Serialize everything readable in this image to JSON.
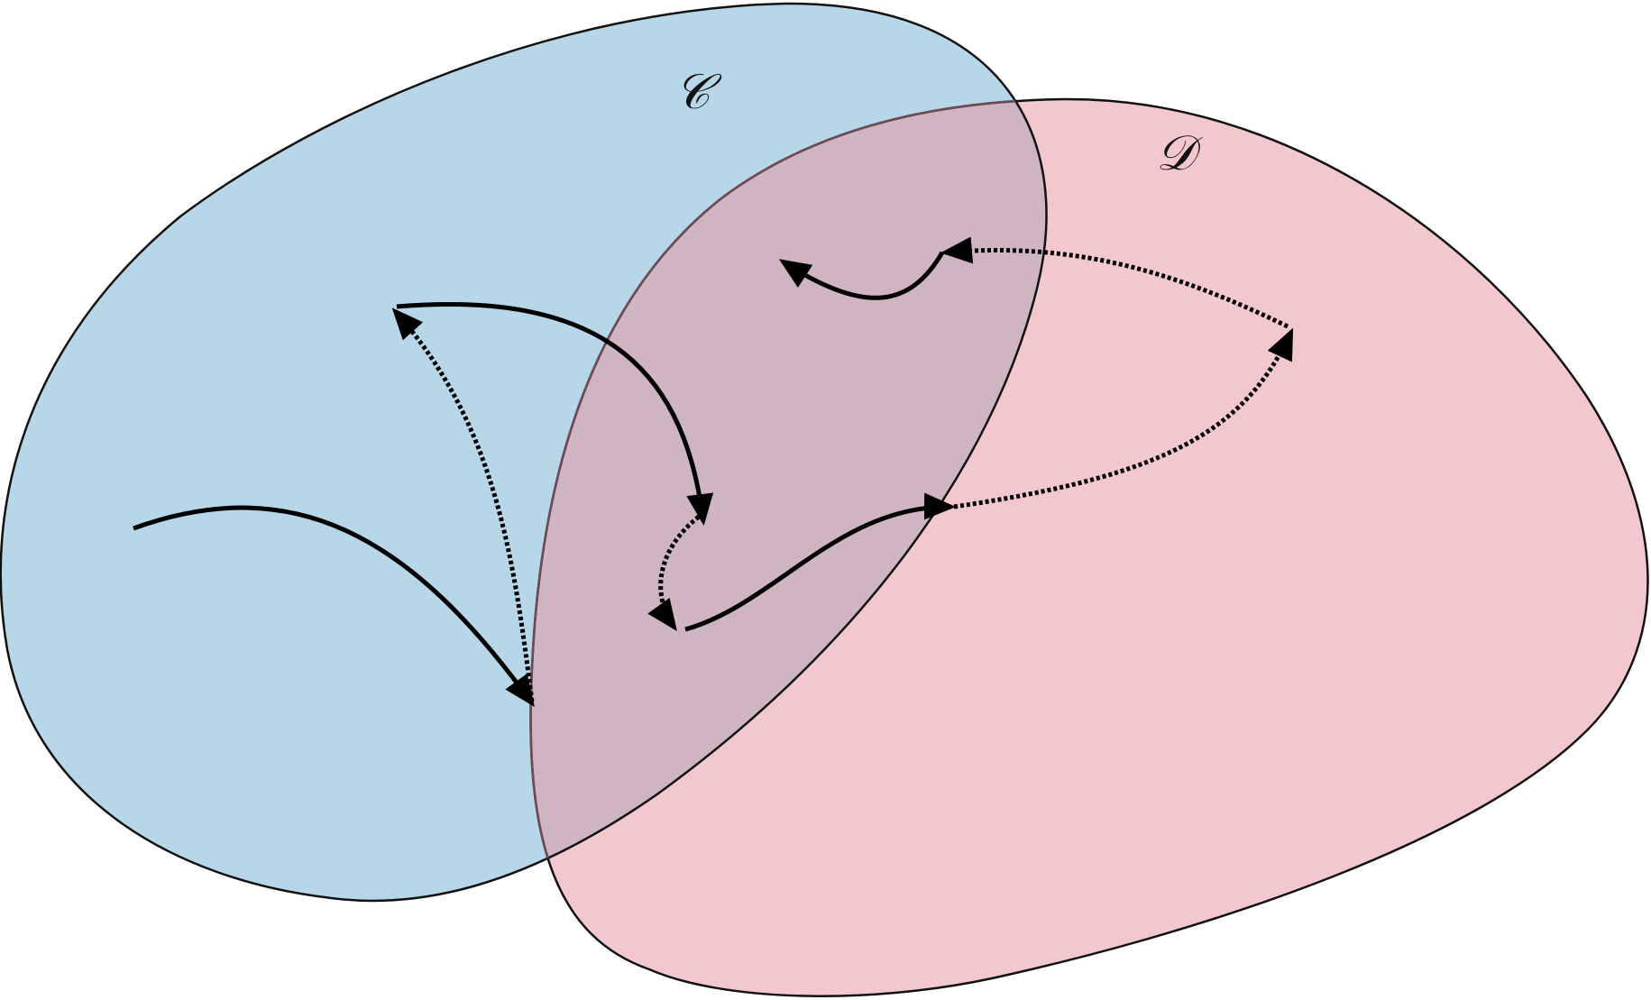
{
  "sets": {
    "c": {
      "label": "𝒞",
      "fill": "#b7d7e8",
      "stroke": "#111111"
    },
    "d": {
      "label": "𝒟",
      "fill": "#f2c7ce",
      "stroke": "#111111"
    }
  },
  "colors": {
    "overlap_fill": "#cfb5c2",
    "arrow": "#000000"
  },
  "edge_styles": [
    "solid",
    "dotted"
  ]
}
